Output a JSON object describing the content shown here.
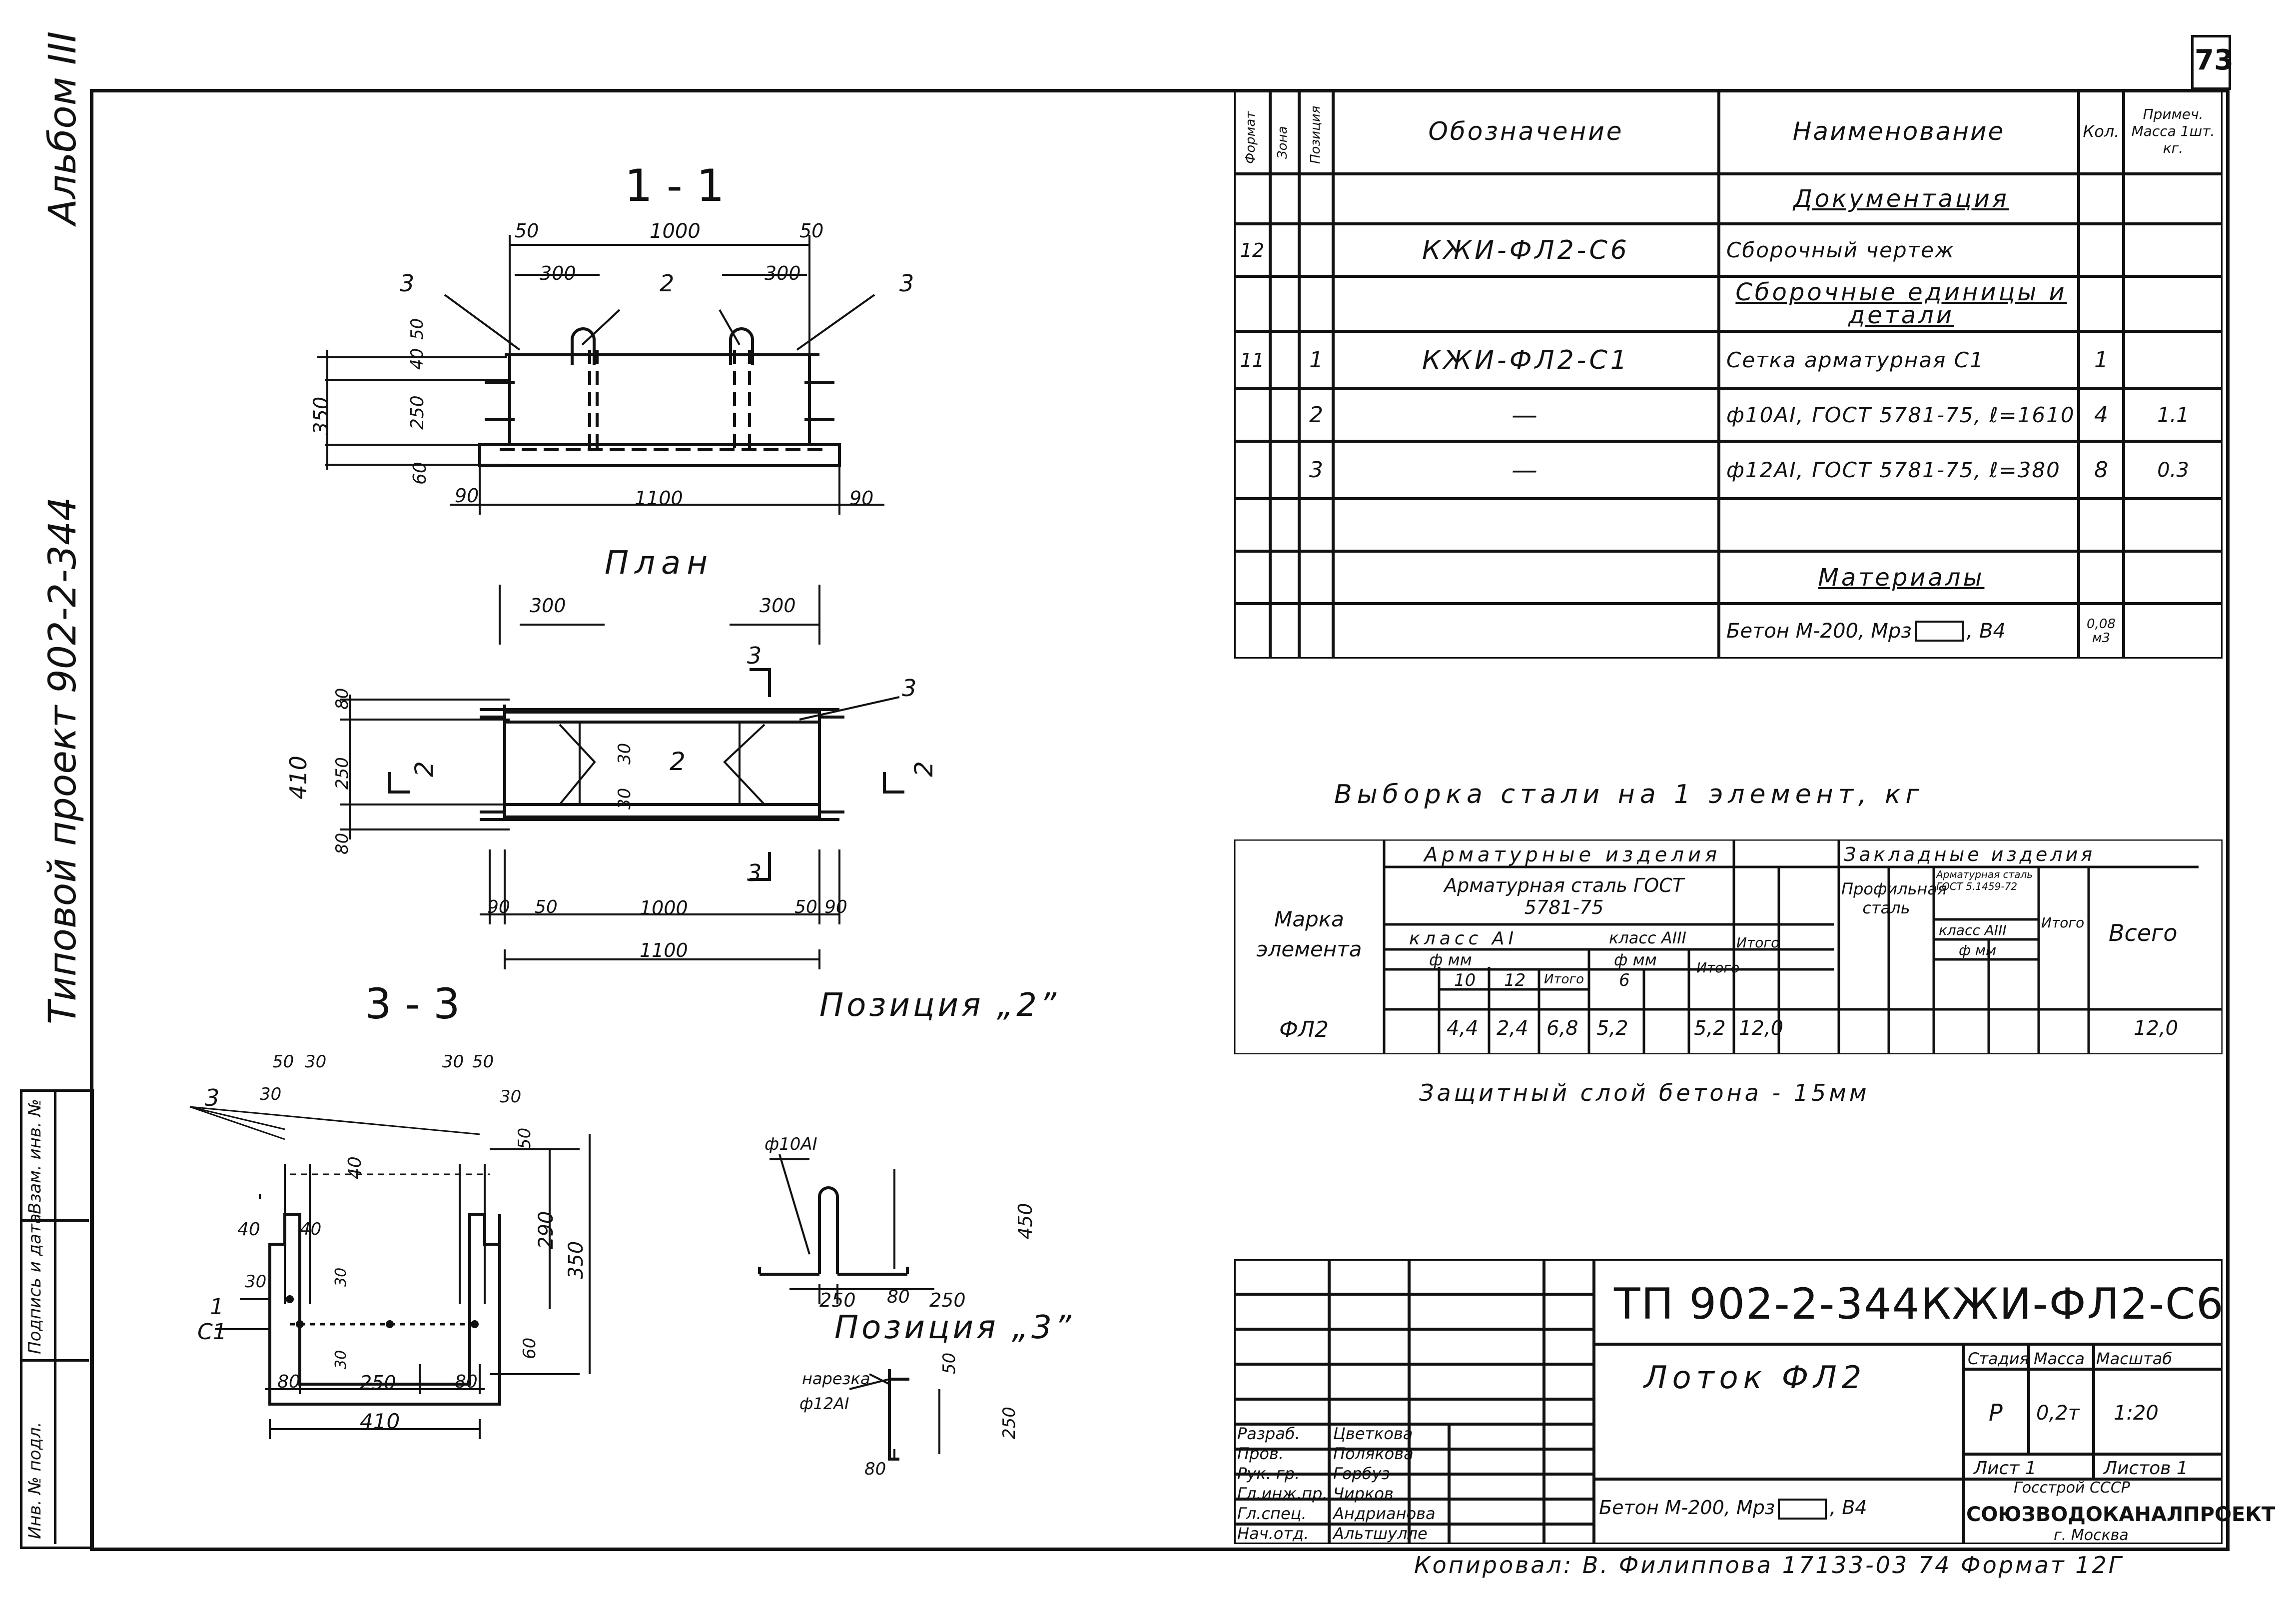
{
  "page_number": "73",
  "side": {
    "album": "Альбом III",
    "project": "Типовой проект 902-2-344",
    "stamp": [
      "Инв. № подл.",
      "Подпись и дата",
      "Взам. инв. №"
    ]
  },
  "sec11": {
    "title": "1 - 1",
    "d50a": "50",
    "d1000": "1000",
    "d50b": "50",
    "d300a": "300",
    "d300b": "300",
    "p3a": "3",
    "p2": "2",
    "p3b": "3",
    "d50v": "50",
    "d40v": "40",
    "d250v": "250",
    "d350v": "350",
    "d60v": "60",
    "d90a": "90",
    "d1100": "1100",
    "d90b": "90"
  },
  "plan": {
    "title": "План",
    "d300a": "300",
    "d300b": "300",
    "cut3": "3",
    "p3": "3",
    "d80a": "80",
    "d410": "410",
    "d250": "250",
    "d80b": "80",
    "d30a": "30",
    "d30b": "30",
    "p2": "2",
    "cut2a": "2",
    "cut2b": "2",
    "d90a": "90",
    "d50a": "50",
    "d1000": "1000",
    "d50b": "50",
    "d90b": "90",
    "d1100": "1100"
  },
  "sec33": {
    "title": "3 - 3",
    "d50a": "50",
    "d30a": "30",
    "d30b": "30",
    "d50b": "50",
    "p3": "3",
    "d30c": "30",
    "d30d": "30",
    "d40a": "40",
    "d40b": "40",
    "d40c": "40",
    "d30e": "30",
    "d30f": "30",
    "d30g": "30",
    "p1": "1",
    "c1": "С1",
    "d50v": "50",
    "d290": "290",
    "d350": "350",
    "d60": "60",
    "d80a": "80",
    "d250": "250",
    "d80b": "80",
    "d410": "410"
  },
  "pos2": {
    "title": "Позиция „2”",
    "bar": "ф10АI",
    "d450": "450",
    "d250a": "250",
    "d80": "80",
    "d250b": "250"
  },
  "pos3": {
    "title": "Позиция „3”",
    "cut": "нарезка",
    "bar": "ф12АI",
    "d50": "50",
    "d250": "250",
    "d80": "80"
  },
  "spec": {
    "headers": {
      "format": "Формат",
      "zone": "Зона",
      "pos": "Позиция",
      "designation": "Обозначение",
      "name": "Наименование",
      "qty": "Кол.",
      "note": "Примеч. Масса 1шт. кг."
    },
    "rows": [
      {
        "format": "",
        "pos": "",
        "designation": "",
        "name": "Документация",
        "qty": "",
        "note": "",
        "heading": true
      },
      {
        "format": "12",
        "pos": "",
        "designation": "КЖИ-ФЛ2-С6",
        "name": "Сборочный чертеж",
        "qty": "",
        "note": "",
        "heading": false
      },
      {
        "format": "",
        "pos": "",
        "designation": "",
        "name": "Сборочные единицы и детали",
        "qty": "",
        "note": "",
        "heading": true
      },
      {
        "format": "11",
        "pos": "1",
        "designation": "КЖИ-ФЛ2-С1",
        "name": "Сетка арматурная С1",
        "qty": "1",
        "note": "",
        "heading": false
      },
      {
        "format": "",
        "pos": "2",
        "designation": "—",
        "name": "ф10АI, ГОСТ 5781-75, ℓ=1610",
        "qty": "4",
        "note": "1.1",
        "heading": false
      },
      {
        "format": "",
        "pos": "3",
        "designation": "—",
        "name": "ф12АI, ГОСТ 5781-75, ℓ=380",
        "qty": "8",
        "note": "0.3",
        "heading": false
      },
      {
        "format": "",
        "pos": "",
        "designation": "",
        "name": "",
        "qty": "",
        "note": "",
        "heading": false
      },
      {
        "format": "",
        "pos": "",
        "designation": "",
        "name": "Материалы",
        "qty": "",
        "note": "",
        "heading": true
      },
      {
        "format": "",
        "pos": "",
        "designation": "",
        "name": "Бетон М-200, Мрз",
        "name_tail": ", В4",
        "qty": "0,08 м3",
        "note": "",
        "heading": false
      }
    ]
  },
  "steel": {
    "title": "Выборка стали на 1 элемент, кг",
    "h_arm": "Арматурные изделия",
    "h_emb": "Закладные изделия",
    "h_armsteel": "Арматурная сталь ГОСТ 5781-75",
    "h_class1": "класс АI",
    "h_class3": "класс АIII",
    "h_phi": "ф мм",
    "h_10": "10",
    "h_12": "12",
    "h_6": "6",
    "h_itogo": "Итого",
    "h_profile": "Профильная сталь",
    "h_armsteel2": "Арматурная сталь ГОСТ 5.1459-72",
    "h_class3b": "класс АIII",
    "h_phi2": "ф мм",
    "h_total": "Всего",
    "h_mark": "Марка элемента",
    "row": {
      "mark": "ФЛ2",
      "v10": "4,4",
      "v12": "2,4",
      "it1": "6,8",
      "v6": "5,2",
      "it2": "5,2",
      "it3": "12,0",
      "total": "12,0"
    },
    "note": "Защитный слой бетона - 15мм"
  },
  "stamp": {
    "code": "ТП 902-2-344КЖИ-ФЛ2-С6",
    "name": "Лоток ФЛ2",
    "material_a": "Бетон М-200, Мрз",
    "material_b": ", В4",
    "stage_h": "Стадия",
    "mass_h": "Масса",
    "scale_h": "Масштаб",
    "stage": "Р",
    "mass": "0,2т",
    "scale": "1:20",
    "sheet": "Лист 1",
    "sheets": "Листов 1",
    "org1": "Госстрой СССР",
    "org2": "СОЮЗВОДОКАНАЛПРОЕКТ",
    "org3": "г. Москва",
    "people": [
      {
        "role": "Разраб.",
        "name": "Цветкова"
      },
      {
        "role": "Пров.",
        "name": "Полякова"
      },
      {
        "role": "Рук. гр.",
        "name": "Горбуз"
      },
      {
        "role": "Гл.инж.пр.",
        "name": "Чирков"
      },
      {
        "role": "Гл.спец.",
        "name": "Андрианова"
      },
      {
        "role": "Нач.отд.",
        "name": "Альтшулле"
      }
    ]
  },
  "footer": "Копировал: В. Филиппова 17133-03 74 Формат 12Г"
}
